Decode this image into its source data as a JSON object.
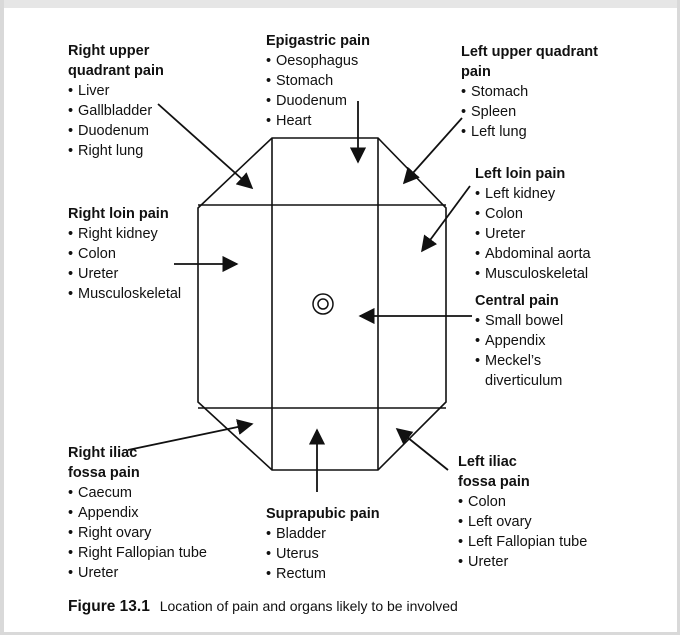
{
  "regions": {
    "right_upper": {
      "title": "Right upper quadrant pain",
      "items": [
        "Liver",
        "Gallbladder",
        "Duodenum",
        "Right lung"
      ]
    },
    "epigastric": {
      "title": "Epigastric pain",
      "items": [
        "Oesophagus",
        "Stomach",
        "Duodenum",
        "Heart"
      ]
    },
    "left_upper": {
      "title": "Left upper quadrant pain",
      "items": [
        "Stomach",
        "Spleen",
        "Left lung"
      ]
    },
    "left_loin": {
      "title": "Left loin pain",
      "items": [
        "Left kidney",
        "Colon",
        "Ureter",
        "Abdominal aorta",
        "Musculoskeletal"
      ]
    },
    "right_loin": {
      "title": "Right loin pain",
      "items": [
        "Right kidney",
        "Colon",
        "Ureter",
        "Musculoskeletal"
      ]
    },
    "central": {
      "title": "Central pain",
      "items": [
        "Small bowel",
        "Appendix",
        "Meckel’s diverticulum"
      ]
    },
    "right_iliac": {
      "title": "Right iliac fossa pain",
      "items": [
        "Caecum",
        "Appendix",
        "Right ovary",
        "Right Fallopian tube",
        "Ureter"
      ]
    },
    "suprapubic": {
      "title": "Suprapubic pain",
      "items": [
        "Bladder",
        "Uterus",
        "Rectum"
      ]
    },
    "left_iliac": {
      "title": "Left iliac fossa pain",
      "items": [
        "Colon",
        "Left ovary",
        "Left Fallopian tube",
        "Ureter"
      ]
    }
  },
  "caption": {
    "figure": "Figure 13.1",
    "text": "Location of pain and organs likely to be involved"
  }
}
